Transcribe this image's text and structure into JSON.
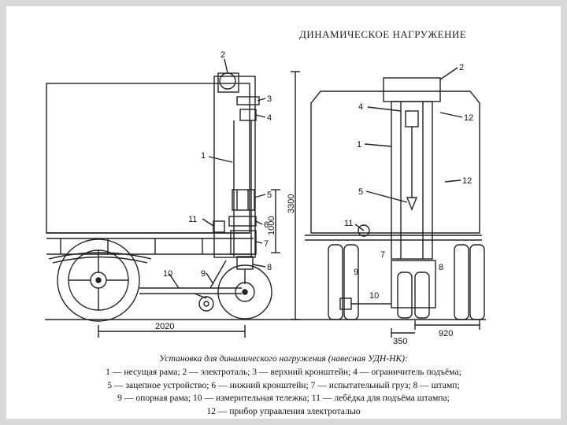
{
  "slide": {
    "title": "ДИНАМИЧЕСКОЕ НАГРУЖЕНИЕ"
  },
  "figure": {
    "left_callouts": [
      "1",
      "2",
      "3",
      "4",
      "5",
      "6",
      "7",
      "8",
      "9",
      "10",
      "11"
    ],
    "right_callouts": [
      "1",
      "2",
      "4",
      "5",
      "7",
      "8",
      "9",
      "10",
      "11",
      "12",
      "12"
    ],
    "dim_total_height": "3300",
    "dim_lift_height": "1000",
    "dim_base": "2020",
    "dim_offset": "350",
    "dim_width": "920"
  },
  "caption": {
    "heading": "Установка для динамического нагружения (навесная УДН-НК):",
    "line1": "1 — несущая рама; 2 — электроталь; 3 — верхний кронштейн; 4 — ограничитель подъёма;",
    "line2": "5 — зацепное устройство; 6 — нижний кронштейн; 7 — испытательный груз; 8 — штамп;",
    "line3": "9 — опорная рама; 10 — измерительная тележка; 11 — лебёдка для подъёма штампа;",
    "line4": "12 — прибор управления электроталью"
  }
}
